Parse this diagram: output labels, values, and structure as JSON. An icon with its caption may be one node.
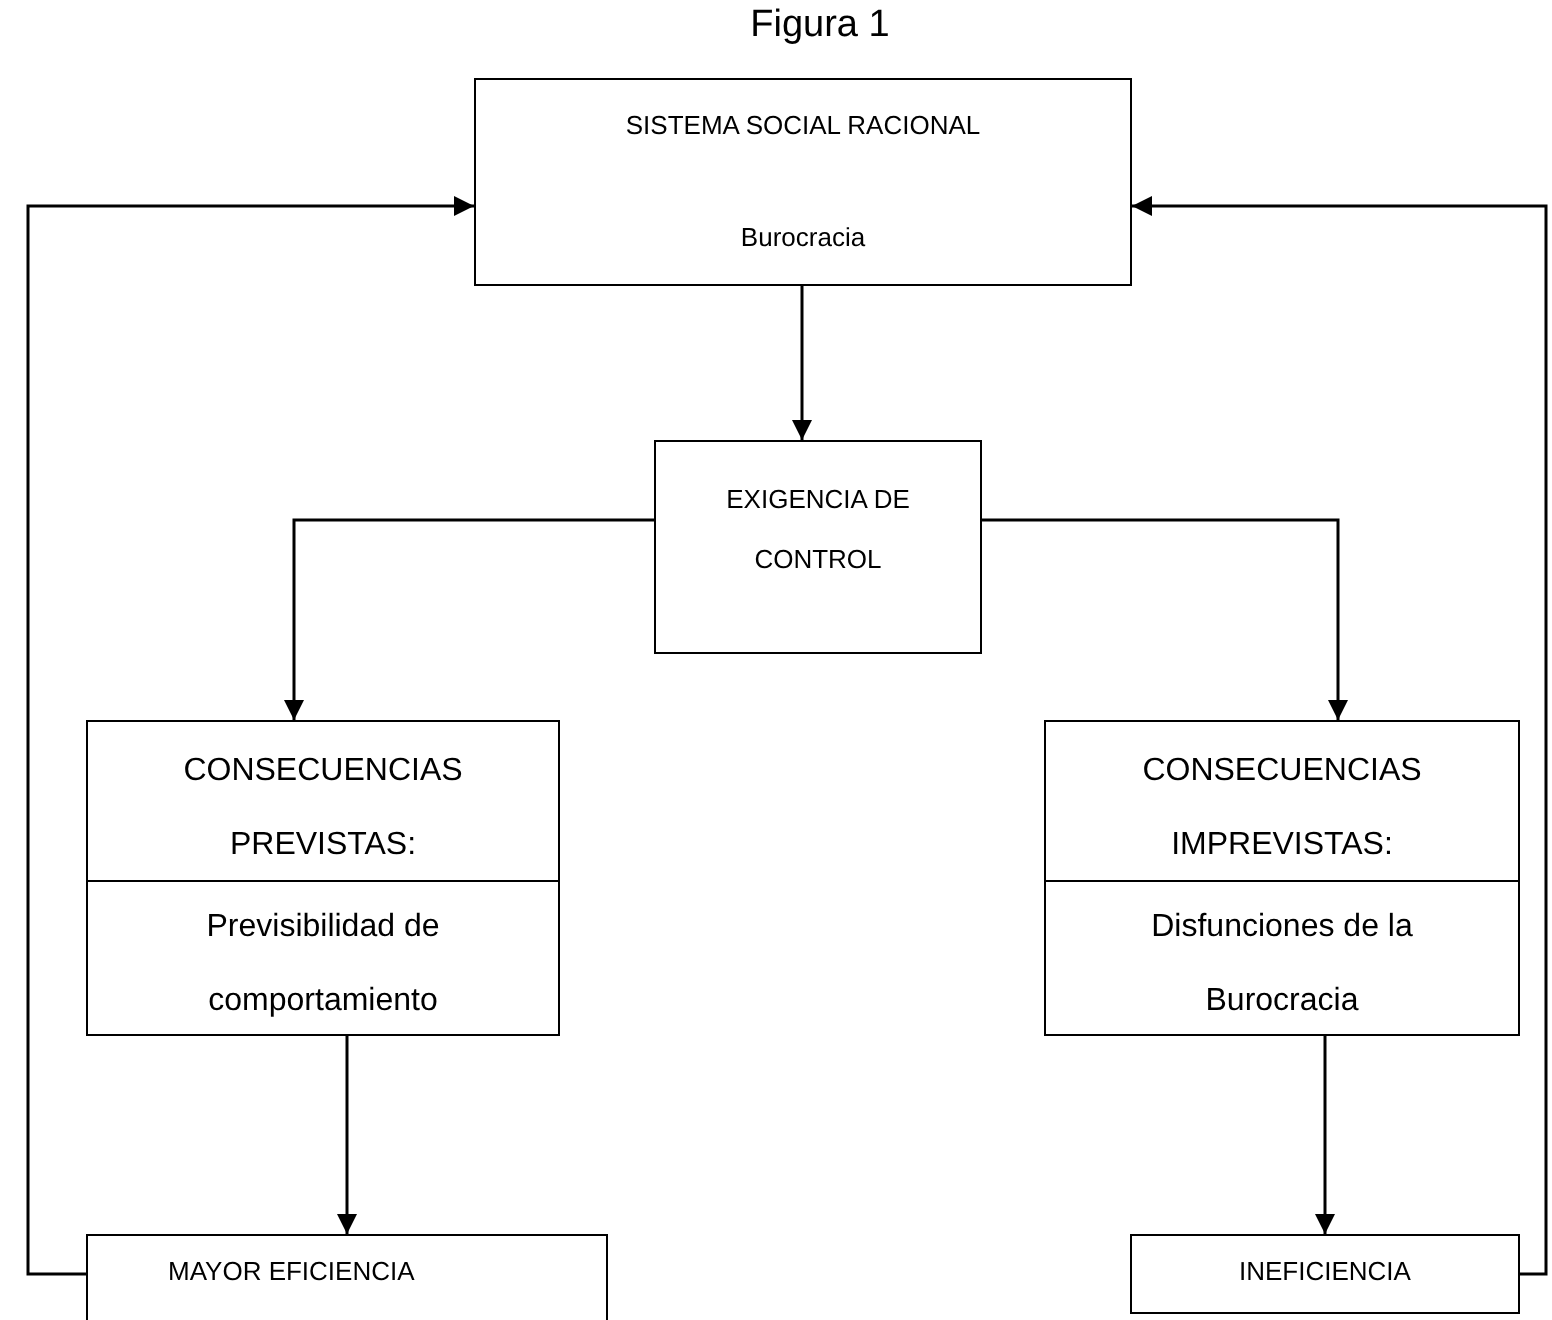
{
  "diagram": {
    "title": "Figura 1",
    "nodes": [
      {
        "text": [
          "SISTEMA SOCIAL RACIONAL",
          "Burocracia"
        ]
      },
      {
        "text": [
          "EXIGENCIA DE CONTROL"
        ]
      },
      {
        "text": [
          "CONSECUENCIAS PREVISTAS:",
          "Previsibilidad de comportamiento"
        ]
      },
      {
        "text": [
          "CONSECUENCIAS IMPREVISTAS:",
          "Disfunciones de la Burocracia"
        ]
      },
      {
        "text": [
          "MAYOR EFICIENCIA"
        ]
      },
      {
        "text": [
          "INEFICIENCIA"
        ]
      }
    ],
    "edges": [
      {
        "from": 0,
        "to": 1,
        "arrow": "to"
      },
      {
        "from": 1,
        "to": 2,
        "arrow": "to"
      },
      {
        "from": 1,
        "to": 3,
        "arrow": "to"
      },
      {
        "from": 2,
        "to": 4,
        "arrow": "to"
      },
      {
        "from": 3,
        "to": 5,
        "arrow": "to"
      },
      {
        "from": 4,
        "to": 0,
        "arrow": "to"
      },
      {
        "from": 5,
        "to": 0,
        "arrow": "to"
      }
    ]
  }
}
